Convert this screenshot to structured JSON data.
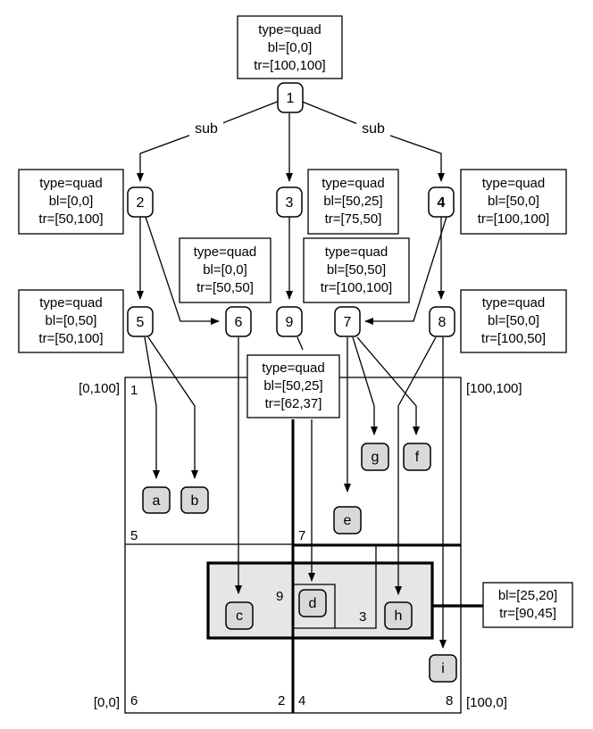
{
  "root": {
    "label": "1",
    "type": "type=quad",
    "bl": "bl=[0,0]",
    "tr": "tr=[100,100]"
  },
  "edge_labels": {
    "left": "sub",
    "right": "sub"
  },
  "nodes": {
    "n2": {
      "label": "2",
      "type": "type=quad",
      "bl": "bl=[0,0]",
      "tr": "tr=[50,100]"
    },
    "n3": {
      "label": "3",
      "type": "type=quad",
      "bl": "bl=[50,25]",
      "tr": "tr=[75,50]"
    },
    "n4": {
      "label": "4",
      "type": "type=quad",
      "bl": "bl=[50,0]",
      "tr": "tr=[100,100]"
    },
    "n5": {
      "label": "5",
      "type": "type=quad",
      "bl": "bl=[0,50]",
      "tr": "tr=[50,100]"
    },
    "n6": {
      "label": "6",
      "type": "type=quad",
      "bl": "bl=[0,0]",
      "tr": "tr=[50,50]"
    },
    "n7": {
      "label": "7",
      "type": "type=quad",
      "bl": "bl=[50,50]",
      "tr": "tr=[100,100]"
    },
    "n8": {
      "label": "8",
      "type": "type=quad",
      "bl": "bl=[50,0]",
      "tr": "tr=[100,50]"
    },
    "n9": {
      "label": "9",
      "type": "type=quad",
      "bl": "bl=[50,25]",
      "tr": "tr=[62,37]"
    }
  },
  "leaves": {
    "a": "a",
    "b": "b",
    "c": "c",
    "d": "d",
    "e": "e",
    "f": "f",
    "g": "g",
    "h": "h",
    "i": "i"
  },
  "query": {
    "bl": "bl=[25,20]",
    "tr": "tr=[90,45]"
  },
  "region_labels": {
    "r1": "1",
    "r5": "5",
    "r7": "7",
    "r6": "6",
    "r2": "2",
    "r4": "4",
    "r8": "8",
    "r9": "9",
    "r3": "3"
  },
  "corners": {
    "top_left": "[0,100]",
    "top_right": "[100,100]",
    "bottom_left": "[0,0]",
    "bottom_right": "[100,0]"
  },
  "colors": {
    "leaf_fill": "#d9d9d9",
    "query_fill": "#e6e6e6",
    "stroke": "#000000",
    "background": "#ffffff"
  }
}
